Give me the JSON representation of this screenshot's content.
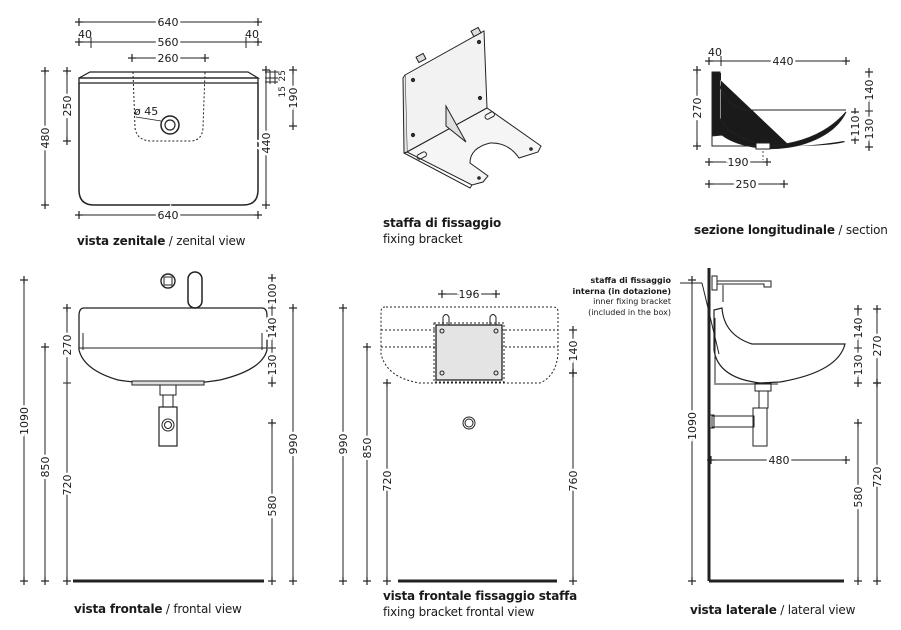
{
  "views": {
    "zenital": {
      "caption_it": "vista zenitale",
      "caption_sep": " / ",
      "caption_en": "zenital view",
      "dims": {
        "top_width": "640",
        "left_margin": "40",
        "right_margin": "40",
        "inner_width": "560",
        "bowl_width": "260",
        "depth_total": "480",
        "tap_offset": "250",
        "hole_diameter": "ø 45",
        "rim_a": "25",
        "rim_b": "15",
        "side_190": "190",
        "side_440": "440",
        "bottom_width": "640"
      }
    },
    "bracket": {
      "caption_it": "staffa di fissaggio",
      "caption_en": "fixing bracket"
    },
    "section": {
      "caption_it": "sezione longitudinale",
      "caption_sep": " / ",
      "caption_en": "section",
      "dims": {
        "wall": "40",
        "depth": "440",
        "height": "270",
        "h140": "140",
        "h110": "110",
        "h130": "130",
        "drain_190": "190",
        "base_250": "250"
      }
    },
    "frontal": {
      "caption_it": "vista frontale",
      "caption_sep": " / ",
      "caption_en": "frontal view",
      "dims": {
        "total": "1090",
        "h850": "850",
        "h720": "720",
        "h270": "270",
        "h100": "100",
        "h140": "140",
        "h130": "130",
        "h990": "990",
        "h580": "580"
      }
    },
    "bracket_frontal": {
      "caption_it": "vista frontale fissaggio staffa",
      "caption_en": "fixing bracket frontal view",
      "dims": {
        "w196": "196",
        "h990": "990",
        "h850": "850",
        "h720": "720",
        "h140": "140",
        "h760": "760"
      }
    },
    "lateral": {
      "caption_it": "vista laterale",
      "caption_sep": " / ",
      "caption_en": "lateral view",
      "note_lines": [
        "staffa di fissaggio",
        "interna (in dotazione)",
        "inner fixing bracket",
        "(included in the box)"
      ],
      "dims": {
        "total": "1090",
        "depth": "480",
        "h140": "140",
        "h130": "130",
        "h270": "270",
        "h580": "580",
        "h720": "720"
      }
    }
  }
}
